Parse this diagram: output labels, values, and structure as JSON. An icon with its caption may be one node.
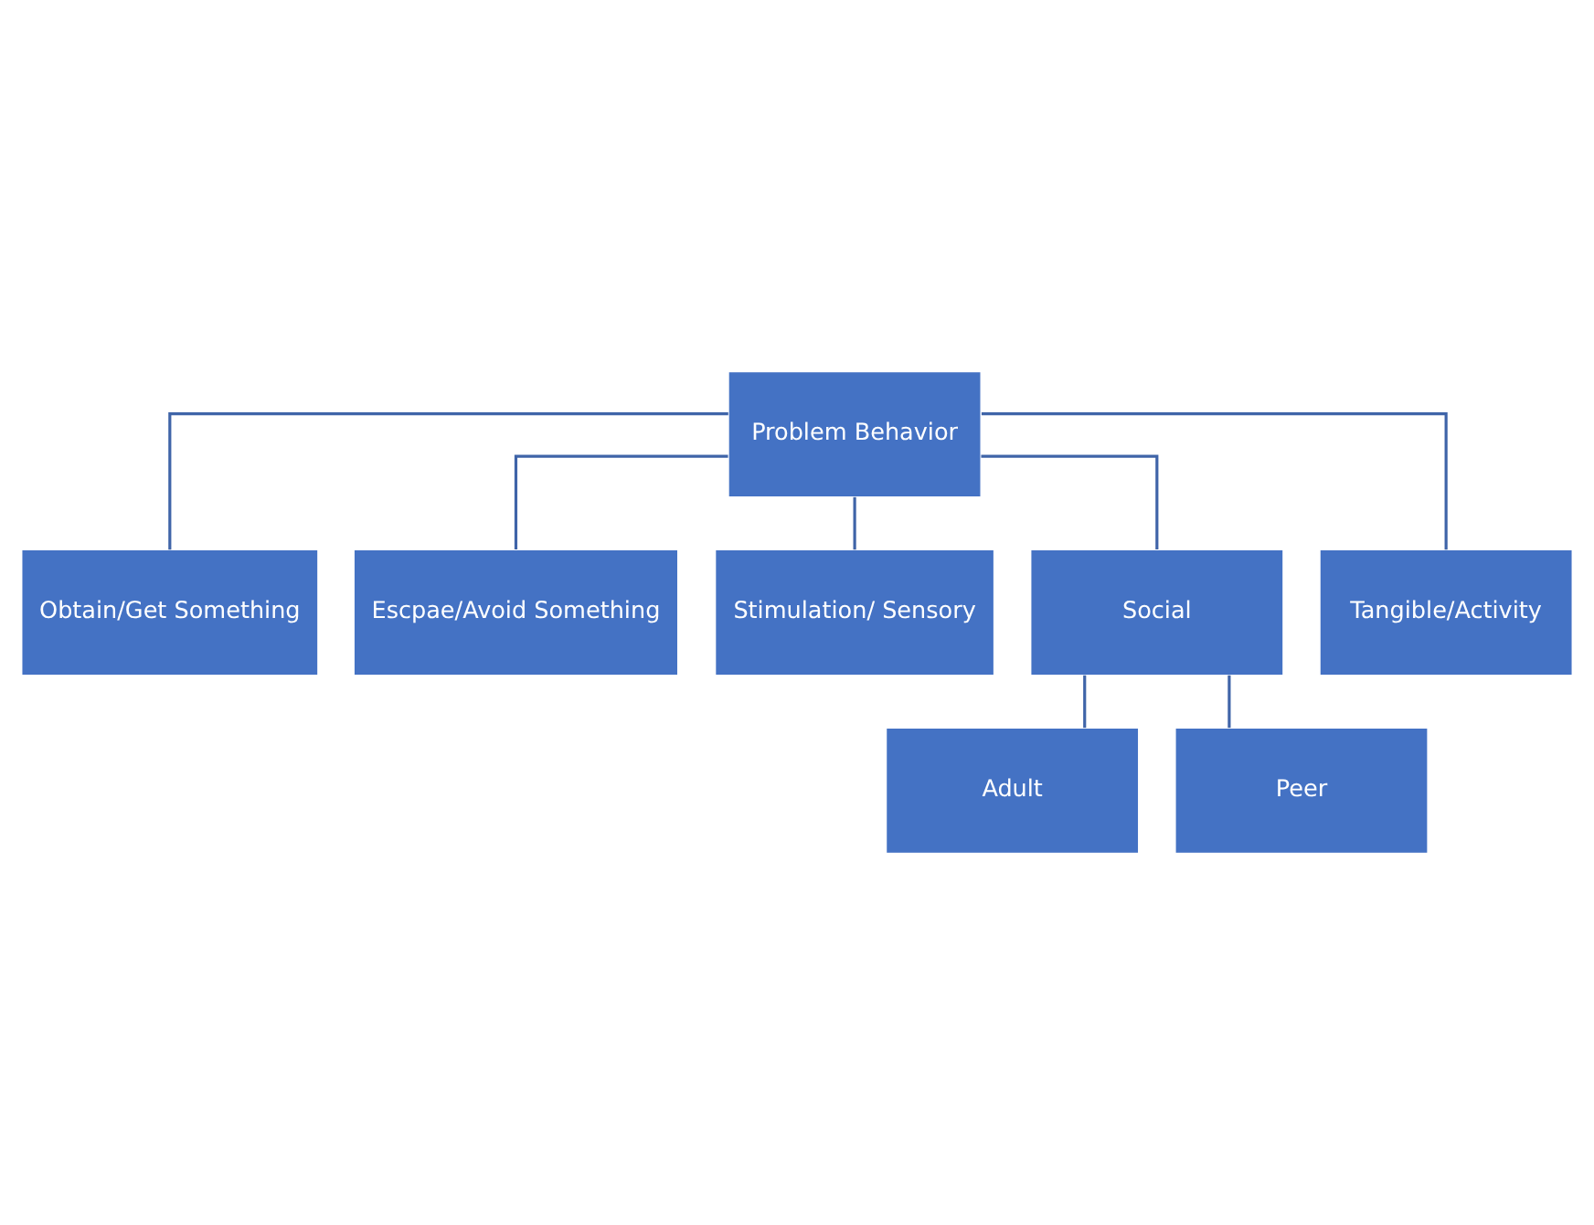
{
  "diagram": {
    "nodes": [
      {
        "text": [
          "Problem Behavior"
        ]
      },
      {
        "text": [
          "Obtain/Get Something"
        ]
      },
      {
        "text": [
          "Escpae/Avoid Something"
        ]
      },
      {
        "text": [
          "Stimulation/ Sensory"
        ]
      },
      {
        "text": [
          "Social"
        ]
      },
      {
        "text": [
          "Tangible/Activity"
        ]
      },
      {
        "text": [
          "Adult"
        ]
      },
      {
        "text": [
          "Peer"
        ]
      }
    ],
    "edges": [
      {
        "from": 0,
        "to": 1,
        "arrow": "none"
      },
      {
        "from": 0,
        "to": 2,
        "arrow": "none"
      },
      {
        "from": 0,
        "to": 3,
        "arrow": "none"
      },
      {
        "from": 0,
        "to": 4,
        "arrow": "none"
      },
      {
        "from": 0,
        "to": 5,
        "arrow": "none"
      },
      {
        "from": 4,
        "to": 6,
        "arrow": "none"
      },
      {
        "from": 4,
        "to": 7,
        "arrow": "none"
      }
    ]
  }
}
